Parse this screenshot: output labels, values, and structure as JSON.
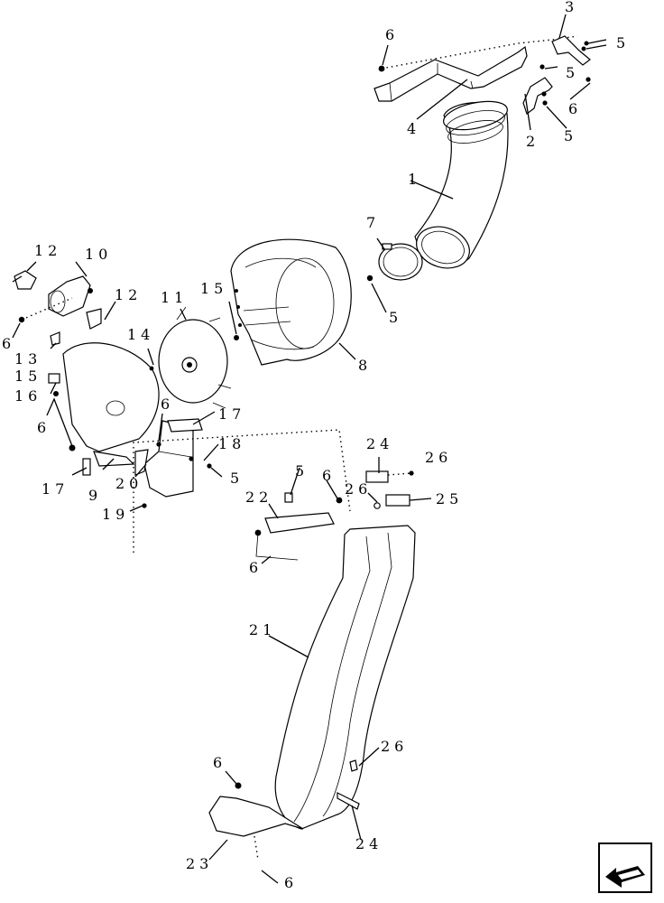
{
  "diagram": {
    "callouts": [
      {
        "id": "c1",
        "text": "1"
      },
      {
        "id": "c2",
        "text": "2"
      },
      {
        "id": "c3",
        "text": "3"
      },
      {
        "id": "c4",
        "text": "4"
      },
      {
        "id": "c5a",
        "text": "5"
      },
      {
        "id": "c5b",
        "text": "5"
      },
      {
        "id": "c5c",
        "text": "5"
      },
      {
        "id": "c5d",
        "text": "5"
      },
      {
        "id": "c5e",
        "text": "5"
      },
      {
        "id": "c5f",
        "text": "5"
      },
      {
        "id": "c6a",
        "text": "6"
      },
      {
        "id": "c6b",
        "text": "6"
      },
      {
        "id": "c6c",
        "text": "6"
      },
      {
        "id": "c6d",
        "text": "6"
      },
      {
        "id": "c6e",
        "text": "6"
      },
      {
        "id": "c6f",
        "text": "6"
      },
      {
        "id": "c6g",
        "text": "6"
      },
      {
        "id": "c6h",
        "text": "6"
      },
      {
        "id": "c6i",
        "text": "6"
      },
      {
        "id": "c7",
        "text": "7"
      },
      {
        "id": "c8",
        "text": "8"
      },
      {
        "id": "c9",
        "text": "9"
      },
      {
        "id": "c10",
        "text": "10"
      },
      {
        "id": "c11",
        "text": "11"
      },
      {
        "id": "c12a",
        "text": "12"
      },
      {
        "id": "c12b",
        "text": "12"
      },
      {
        "id": "c13",
        "text": "13"
      },
      {
        "id": "c14",
        "text": "14"
      },
      {
        "id": "c15a",
        "text": "15"
      },
      {
        "id": "c15b",
        "text": "15"
      },
      {
        "id": "c16",
        "text": "16"
      },
      {
        "id": "c17a",
        "text": "17"
      },
      {
        "id": "c17b",
        "text": "17"
      },
      {
        "id": "c18",
        "text": "18"
      },
      {
        "id": "c19",
        "text": "19"
      },
      {
        "id": "c20",
        "text": "20"
      },
      {
        "id": "c21",
        "text": "21"
      },
      {
        "id": "c22",
        "text": "22"
      },
      {
        "id": "c23",
        "text": "23"
      },
      {
        "id": "c24a",
        "text": "24"
      },
      {
        "id": "c24b",
        "text": "24"
      },
      {
        "id": "c25",
        "text": "25"
      },
      {
        "id": "c26a",
        "text": "26"
      },
      {
        "id": "c26b",
        "text": "26"
      },
      {
        "id": "c26c",
        "text": "26"
      }
    ]
  },
  "navigation": {
    "icon": "back-arrow-icon"
  }
}
